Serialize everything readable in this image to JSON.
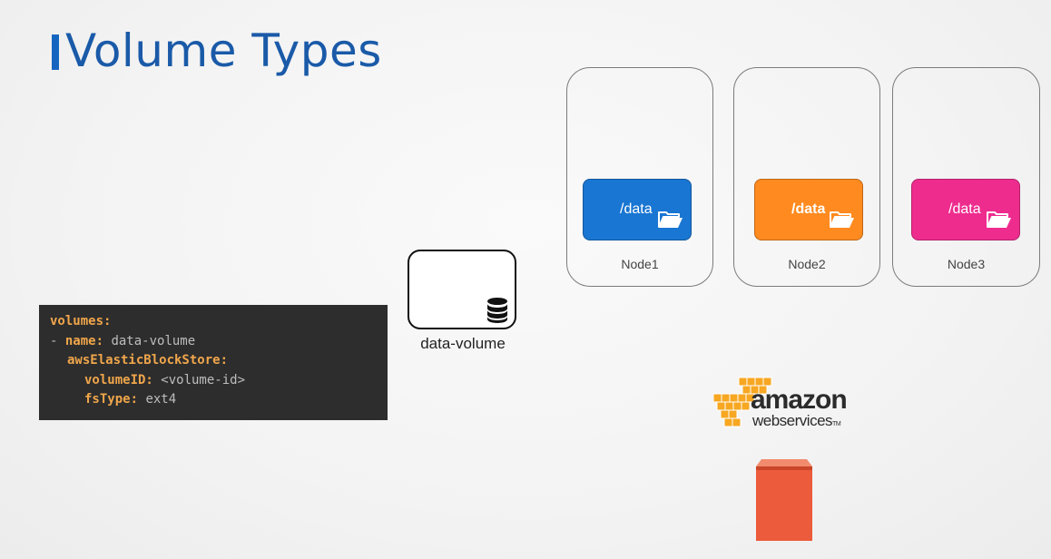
{
  "title": "Volume Types",
  "colors": {
    "title": "#1a5aa8",
    "accent_bar": "#1565c0",
    "node1_data": "#1976d2",
    "node2_data": "#ff8a1f",
    "node3_data": "#ee2c8e",
    "code_bg": "#2d2d2d",
    "code_key": "#f0a64b",
    "code_value": "#bdbdbd",
    "ebs": "#ec5b3b",
    "aws_orange": "#f7a722"
  },
  "nodes": [
    {
      "label": "Node1",
      "data_label": "/data",
      "folder_icon": "folder-open-icon"
    },
    {
      "label": "Node2",
      "data_label": "/data",
      "folder_icon": "folder-open-icon"
    },
    {
      "label": "Node3",
      "data_label": "/data",
      "folder_icon": "folder-open-icon"
    }
  ],
  "volume": {
    "label": "data-volume",
    "icon": "database-icon"
  },
  "code": {
    "l1_key": "volumes:",
    "l2_prefix": "- ",
    "l2_key": "name:",
    "l2_value": " data-volume",
    "l3_key": "awsElasticBlockStore:",
    "l4_key": "volumeID:",
    "l4_value": " <volume-id>",
    "l5_key": "fsType:",
    "l5_value": " ext4"
  },
  "aws": {
    "amazon": "amazon",
    "web_services": "webservices",
    "tm": "TM",
    "ebs_icon": "ebs-volume-icon"
  }
}
